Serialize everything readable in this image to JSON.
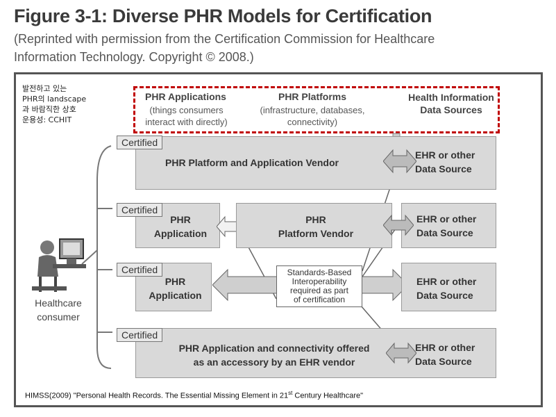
{
  "title": "Figure 3-1: Diverse PHR Models for Certification",
  "subtitle_line1": "(Reprinted with permission from the Certification Commission for Healthcare",
  "subtitle_line2": "Information Technology. Copyright © 2008.)",
  "annotation": {
    "line1": "발전하고 있는",
    "line2": "PHR의 landscape",
    "line3": "과 바람직한 상호",
    "line4": "운용성: CCHIT"
  },
  "headers": {
    "applications": {
      "title": "PHR Applications",
      "sub1": "(things consumers",
      "sub2": "interact with directly)"
    },
    "platforms": {
      "title": "PHR Platforms",
      "sub1": "(infrastructure, databases,",
      "sub2": "connectivity)"
    },
    "sources": {
      "title1": "Health Information",
      "title2": "Data Sources"
    }
  },
  "certified_label": "Certified",
  "rows": {
    "row1": {
      "main": "PHR Platform and Application Vendor",
      "source1": "EHR or other",
      "source2": "Data Source"
    },
    "row2": {
      "app1": "PHR",
      "app2": "Application",
      "platform1": "PHR",
      "platform2": "Platform Vendor",
      "source1": "EHR or other",
      "source2": "Data Source"
    },
    "row3": {
      "app1": "PHR",
      "app2": "Application",
      "source1": "EHR or other",
      "source2": "Data Source"
    },
    "row4": {
      "main1": "PHR Application and connectivity offered",
      "main2": "as an accessory by an EHR vendor",
      "source1": "EHR or other",
      "source2": "Data Source"
    }
  },
  "standards_box": {
    "line1": "Standards-Based",
    "line2": "Interoperability",
    "line3": "required as part",
    "line4": "of certification"
  },
  "consumer": {
    "line1": "Healthcare",
    "line2": "consumer"
  },
  "footer": {
    "text": "HIMSS(2009) \"Personal Health Records. The Essential Missing Element in 21",
    "sup": "st",
    "end": " Century Healthcare\""
  }
}
